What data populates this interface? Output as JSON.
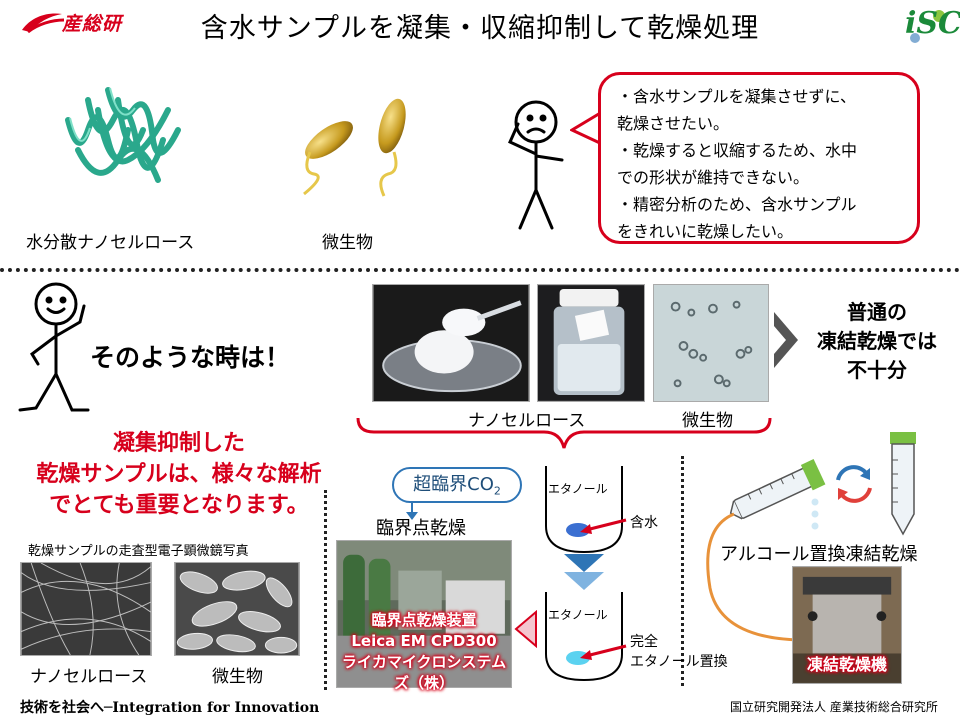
{
  "header": {
    "title": "含水サンプルを凝集・収縮抑制して乾燥処理",
    "left_logo_text": "産総研",
    "right_logo_text": "iSC"
  },
  "top": {
    "nanocellulose_label": "水分散ナノセルロース",
    "microbe_label": "微生物",
    "bubble_lines": [
      "・含水サンプルを凝集させずに、",
      "乾燥させたい。",
      "・乾燥すると収縮するため、水中",
      "での形状が維持できない。",
      "・精密分析のため、含水サンプル",
      "をきれいに乾燥したい。"
    ]
  },
  "middle": {
    "sometimes_text": "そのような時は！",
    "photo_label_nano": "ナノセルロース",
    "photo_label_microbe": "微生物",
    "freeze_note_lines": [
      "普通の",
      "凍結乾燥では",
      "不十分"
    ]
  },
  "statement": {
    "lines": [
      "凝集抑制した",
      "乾燥サンプルは、様々な解析",
      "でとても重要となります。"
    ]
  },
  "sem": {
    "caption": "乾燥サンプルの走査型電子顕微鏡写真",
    "label_nano": "ナノセルロース",
    "label_microbe": "微生物"
  },
  "critical_point": {
    "pill_text": "超臨界CO",
    "pill_sub": "2",
    "method_label": "臨界点乾燥",
    "device_lines": [
      "臨界点乾燥装置",
      "Leica EM CPD300",
      "ライカマイクロシステムズ（株）"
    ]
  },
  "beakers": {
    "ethanol_1": "エタノール",
    "water_label": "含水",
    "ethanol_2": "エタノール",
    "complete_lines": [
      "完全",
      "エタノール置換"
    ]
  },
  "alcohol": {
    "method_label": "アルコール置換凍結乾燥",
    "device_label": "凍結乾燥機"
  },
  "footer": {
    "left": "技術を社会へ─Integration for Innovation",
    "right": "国立研究開発法人 産業技術総合研究所"
  },
  "colors": {
    "accent_red": "#d7001c",
    "accent_blue": "#2e75b6",
    "accent_orange": "#e8923a",
    "accent_green": "#1b8a3a"
  }
}
